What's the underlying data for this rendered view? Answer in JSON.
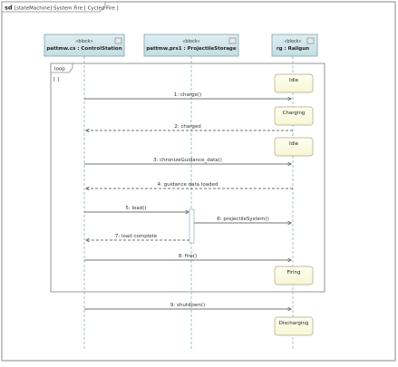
{
  "frame": {
    "kind": "sd",
    "title": "[stateMachine] System Fire [ Cycled Fire ]"
  },
  "lifelines": [
    {
      "id": "cs",
      "stereotype": "«block»",
      "name": "pattmw.cs : ControlStation"
    },
    {
      "id": "ps",
      "stereotype": "«block»",
      "name": "pattmw.prs1 : ProjectileStorage"
    },
    {
      "id": "rg",
      "stereotype": "«block»",
      "name": "rg : Railgun"
    }
  ],
  "loop": {
    "label": "loop",
    "guard": "[ ]"
  },
  "states": [
    {
      "id": "idle1",
      "label": "Idle"
    },
    {
      "id": "charging1",
      "label": "Charging"
    },
    {
      "id": "idle2",
      "label": "Idle"
    },
    {
      "id": "firing",
      "label": "Firing"
    },
    {
      "id": "discharging",
      "label": "Discharging"
    }
  ],
  "messages": [
    {
      "id": "m1",
      "label": "1: charge()"
    },
    {
      "id": "m2",
      "label": "2: charged"
    },
    {
      "id": "m3",
      "label": "3: chronizeGuidance_data()"
    },
    {
      "id": "m4",
      "label": "4: guidance data loaded"
    },
    {
      "id": "m5",
      "label": "5: load()"
    },
    {
      "id": "m6",
      "label": "6: projectileSystem()"
    },
    {
      "id": "m7",
      "label": "7: load complete"
    },
    {
      "id": "m8",
      "label": "8: fire()"
    },
    {
      "id": "m9",
      "label": "9: shutdown()"
    }
  ]
}
